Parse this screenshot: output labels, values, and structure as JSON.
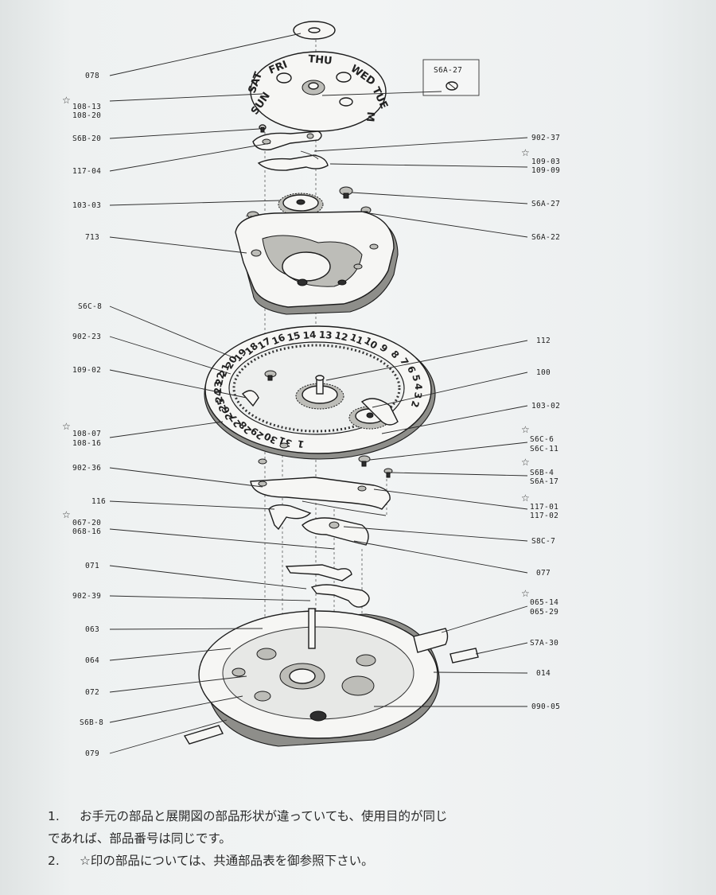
{
  "labels": {
    "l078": "078",
    "l108_13": "108-13",
    "l108_20": "108-20",
    "l568_20": "S6B-20",
    "l117_04": "117-04",
    "l103_03": "103-03",
    "l713": "713",
    "l56c_8": "S6C-8",
    "l902_23": "902-23",
    "l109_02": "109-02",
    "l108_07": "108-07",
    "l108_16": "108-16",
    "l902_36": "902-36",
    "l116": "116",
    "l067_20": "067-20",
    "l068_16": "068-16",
    "l071": "071",
    "l902_39": "902-39",
    "l063": "063",
    "l064": "064",
    "l072": "072",
    "l568_8": "S6B-8",
    "l079": "079",
    "r56a_27_box": "S6A-27",
    "r902_37": "902-37",
    "r109_03": "109-03",
    "r109_09": "109-09",
    "r56a_27": "S6A-27",
    "r56a_22": "S6A-22",
    "r112": "112",
    "r100": "100",
    "r103_02": "103-02",
    "r56c_6": "S6C-6",
    "r56c_11": "S6C-11",
    "r56b_4": "S6B-4",
    "r56a_17": "S6A-17",
    "r117_01": "117-01",
    "r117_02": "117-02",
    "r58c_7": "S8C-7",
    "r077": "077",
    "r065_14": "065-14",
    "r065_29": "065-29",
    "r57a_30": "S7A-30",
    "r014": "014",
    "r090_05": "090-05"
  },
  "star_mark": "☆",
  "day_wheel": {
    "days": [
      "SUN",
      "SAT",
      "FRI",
      "THU",
      "WED",
      "TUE",
      "M"
    ]
  },
  "date_ring": {
    "visible_numerals": [
      "1",
      "31",
      "30",
      "29",
      "28",
      "27",
      "26",
      "25",
      "24",
      "23",
      "22",
      "21",
      "20",
      "19",
      "18",
      "17",
      "16",
      "15",
      "14",
      "13",
      "12",
      "11",
      "10",
      "9",
      "8",
      "7",
      "6",
      "5",
      "4",
      "3",
      "2"
    ]
  },
  "notes": [
    {
      "number": "1.",
      "line1": "お手元の部品と展開図の部品形状が違っていても、使用目的が同じ",
      "line2": "であれば、部品番号は同じです。"
    },
    {
      "number": "2.",
      "line1": "☆印の部品については、共通部品表を御参照下さい。"
    }
  ]
}
